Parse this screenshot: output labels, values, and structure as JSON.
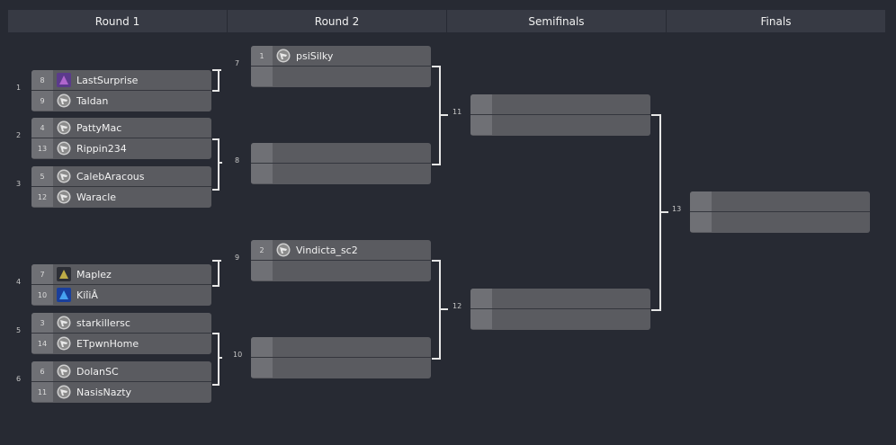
{
  "rounds": [
    "Round 1",
    "Round 2",
    "Semifinals",
    "Finals"
  ],
  "round1": [
    {
      "number": "1",
      "top": {
        "seed": "8",
        "name": "LastSurprise",
        "icon": "custom-avatar-icon"
      },
      "bottom": {
        "seed": "9",
        "name": "Taldan",
        "icon": "default-avatar-icon"
      }
    },
    {
      "number": "2",
      "top": {
        "seed": "4",
        "name": "PattyMac",
        "icon": "default-avatar-icon"
      },
      "bottom": {
        "seed": "13",
        "name": "Rippin234",
        "icon": "default-avatar-icon"
      }
    },
    {
      "number": "3",
      "top": {
        "seed": "5",
        "name": "CalebAracous",
        "icon": "default-avatar-icon"
      },
      "bottom": {
        "seed": "12",
        "name": "Waracle",
        "icon": "default-avatar-icon"
      }
    },
    {
      "number": "4",
      "top": {
        "seed": "7",
        "name": "Maplez",
        "icon": "custom-avatar-icon"
      },
      "bottom": {
        "seed": "10",
        "name": "KiîiÂ",
        "icon": "custom-avatar-icon"
      }
    },
    {
      "number": "5",
      "top": {
        "seed": "3",
        "name": "starkillersc",
        "icon": "default-avatar-icon"
      },
      "bottom": {
        "seed": "14",
        "name": "ETpwnHome",
        "icon": "default-avatar-icon"
      }
    },
    {
      "number": "6",
      "top": {
        "seed": "6",
        "name": "DolanSC",
        "icon": "default-avatar-icon"
      },
      "bottom": {
        "seed": "11",
        "name": "NasisNazty",
        "icon": "default-avatar-icon"
      }
    }
  ],
  "round2": [
    {
      "number": "7",
      "top": {
        "seed": "1",
        "name": "psiSilky",
        "icon": "default-avatar-icon"
      },
      "bottom": {
        "seed": "",
        "name": ""
      }
    },
    {
      "number": "8",
      "top": {
        "seed": "",
        "name": ""
      },
      "bottom": {
        "seed": "",
        "name": ""
      }
    },
    {
      "number": "9",
      "top": {
        "seed": "2",
        "name": "Vindicta_sc2",
        "icon": "default-avatar-icon"
      },
      "bottom": {
        "seed": "",
        "name": ""
      }
    },
    {
      "number": "10",
      "top": {
        "seed": "",
        "name": ""
      },
      "bottom": {
        "seed": "",
        "name": ""
      }
    }
  ],
  "semifinals": [
    {
      "number": "11",
      "top": {
        "seed": "",
        "name": ""
      },
      "bottom": {
        "seed": "",
        "name": ""
      }
    },
    {
      "number": "12",
      "top": {
        "seed": "",
        "name": ""
      },
      "bottom": {
        "seed": "",
        "name": ""
      }
    }
  ],
  "finals": [
    {
      "number": "13",
      "top": {
        "seed": "",
        "name": ""
      },
      "bottom": {
        "seed": "",
        "name": ""
      }
    }
  ]
}
